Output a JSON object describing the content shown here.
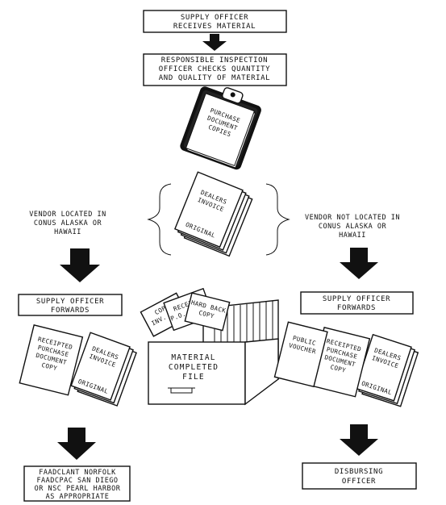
{
  "top_box": {
    "line1": "SUPPLY OFFICER",
    "line2": "RECEIVES MATERIAL"
  },
  "inspection_box": {
    "line1": "RESPONSIBLE INSPECTION",
    "line2": "OFFICER CHECKS QUANTITY",
    "line3": "AND QUALITY OF MATERIAL"
  },
  "clipboard": {
    "line1": "PURCHASE",
    "line2": "DOCUMENT",
    "line3": "COPIES"
  },
  "center_stack": {
    "line1": "DEALERS",
    "line2": "INVOICE",
    "original": "ORIGINAL"
  },
  "left_condition": {
    "line1": "VENDOR LOCATED IN",
    "line2": "CONUS ALASKA OR",
    "line3": "HAWAII"
  },
  "right_condition": {
    "line1": "VENDOR NOT LOCATED IN",
    "line2": "CONUS ALASKA OR",
    "line3": "HAWAII"
  },
  "left_forward_box": {
    "line1": "SUPPLY OFFICER",
    "line2": "FORWARDS"
  },
  "right_forward_box": {
    "line1": "SUPPLY OFFICER",
    "line2": "FORWARDS"
  },
  "left_docs": {
    "receipted_1": "RECEIPTED",
    "receipted_2": "PURCHASE",
    "receipted_3": "DOCUMENT",
    "receipted_4": "COPY",
    "dealers_1": "DEALERS",
    "dealers_2": "INVOICE",
    "original": "ORIGINAL"
  },
  "file_box": {
    "label_1": "MATERIAL",
    "label_2": "COMPLETED",
    "label_3": "FILE",
    "card_hard_1": "HARD BACK",
    "card_hard_2": "COPY",
    "card_receipt_1": "RECEIPT",
    "card_receipt_2": "P.O. ORDER",
    "card_copy_1": "COPY",
    "card_copy_2": "INV. ETC"
  },
  "right_docs": {
    "voucher_1": "PUBLIC",
    "voucher_2": "VOUCHER",
    "receipted_1": "RECEIPTED",
    "receipted_2": "PURCHASE",
    "receipted_3": "DOCUMENT",
    "receipted_4": "COPY",
    "dealers_1": "DEALERS",
    "dealers_2": "INVOICE",
    "original": "ORIGINAL"
  },
  "left_destination_box": {
    "line1": "FAADCLANT NORFOLK",
    "line2": "FAADCPAC SAN DIEGO",
    "line3": "OR NSC PEARL HARBOR",
    "line4": "AS APPROPRIATE"
  },
  "right_destination_box": {
    "line1": "DISBURSING",
    "line2": "OFFICER"
  }
}
